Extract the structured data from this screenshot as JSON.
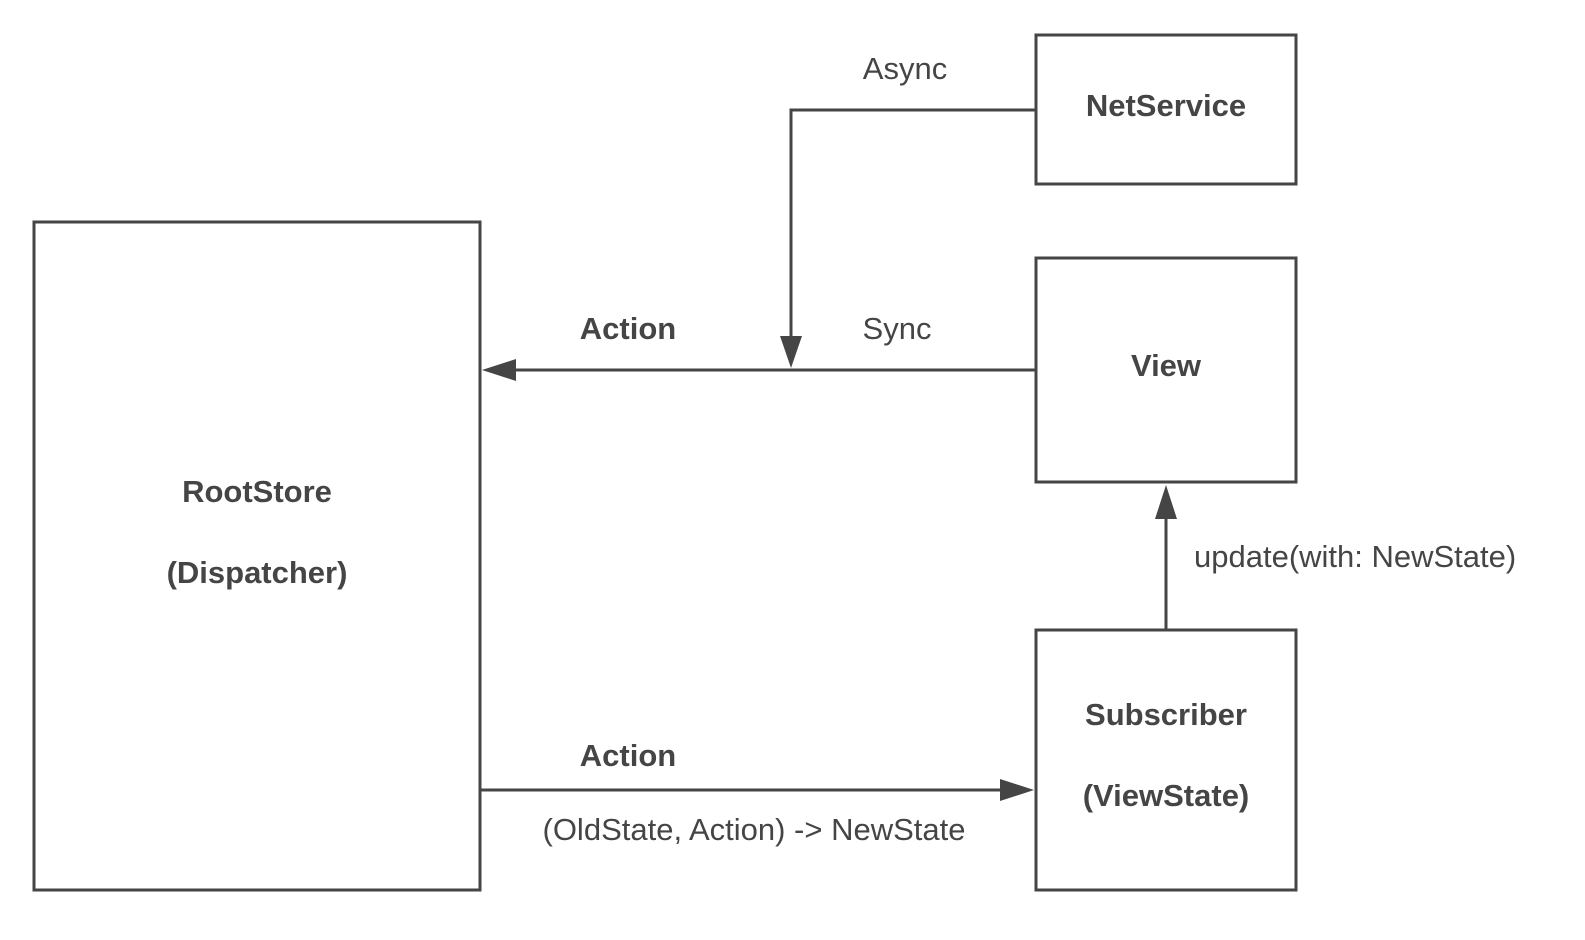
{
  "colors": {
    "stroke": "#454545",
    "text": "#454545",
    "background": "#ffffff"
  },
  "nodes": {
    "rootstore": {
      "title": "RootStore",
      "subtitle": "(Dispatcher)"
    },
    "netservice": {
      "title": "NetService"
    },
    "view": {
      "title": "View"
    },
    "subscriber": {
      "title": "Subscriber",
      "subtitle": "(ViewState)"
    }
  },
  "edges": {
    "async_label": "Async",
    "sync_label": "Sync",
    "action_top_label": "Action",
    "action_bottom_label": "Action",
    "reducer_label": "(OldState, Action) -> NewState",
    "update_label": "update(with: NewState)"
  }
}
